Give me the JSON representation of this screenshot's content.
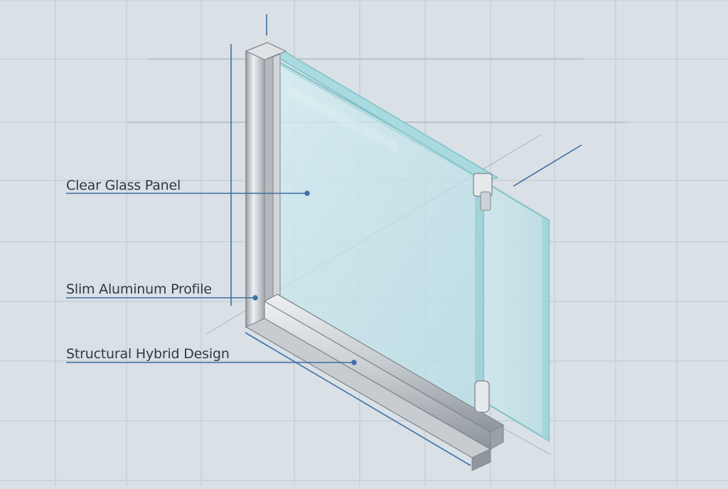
{
  "diagram": {
    "callouts": [
      {
        "id": "glass",
        "text": "Clear Glass Panel"
      },
      {
        "id": "profile",
        "text": "Slim Aluminum Profile"
      },
      {
        "id": "design",
        "text": "Structural Hybrid Design"
      }
    ]
  },
  "colors": {
    "background": "#d9e1e6",
    "grid": "#c2ccd3",
    "accent_line": "#3f6ea3",
    "aluminum_light": "#e4e7ea",
    "aluminum_dark": "#8f969d",
    "glass": "#bfe3ea",
    "glass_edge": "#7fc2c7",
    "text": "#2d3a44"
  }
}
